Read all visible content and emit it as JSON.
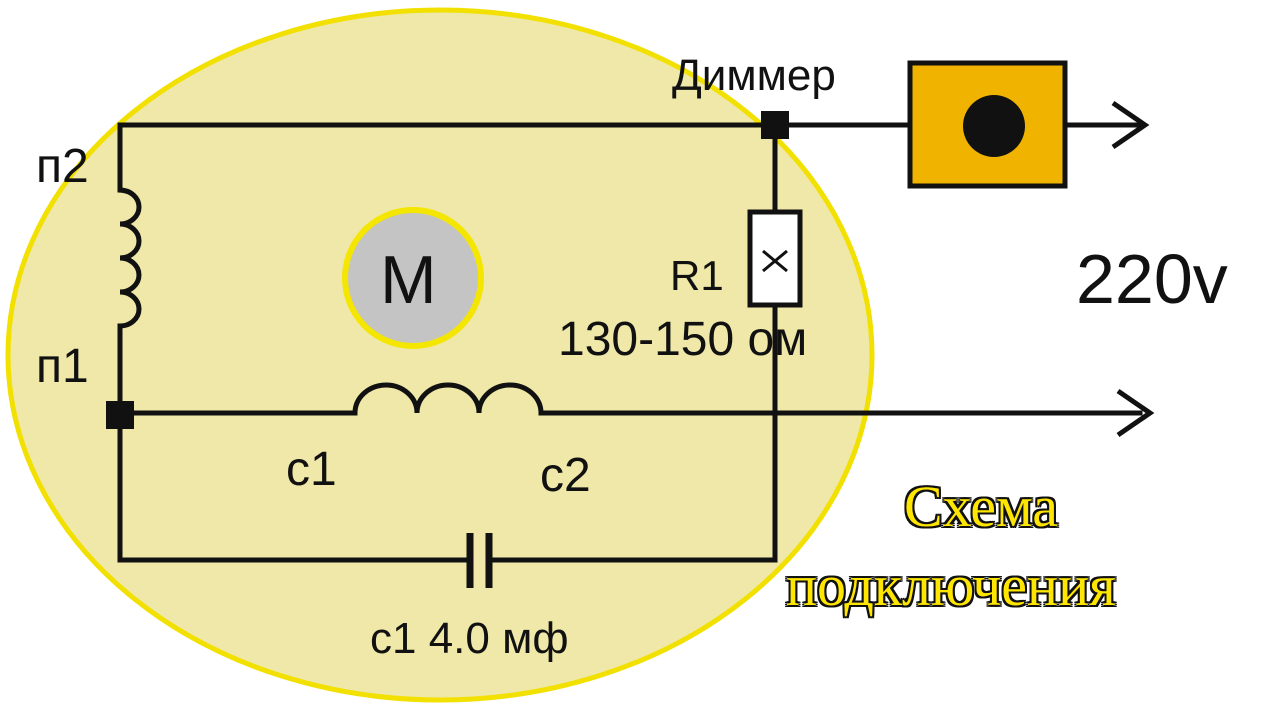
{
  "diagram": {
    "motor_label": "M",
    "terminal_n2": "п2",
    "terminal_n1": "п1",
    "terminal_c1": "с1",
    "terminal_c2": "с2",
    "dimmer_label": "Диммер",
    "resistor_name": "R1",
    "resistor_value": "130-150 ом",
    "capacitor_label": "с1 4.0 мф",
    "voltage_label": "220v",
    "title_line1": "Схема",
    "title_line2": "подключения"
  },
  "colors": {
    "background_ellipse": "#efe8a8",
    "ellipse_stroke": "#f2e000",
    "motor_fill": "#c4c4c4",
    "motor_ring": "#f4e600",
    "dimmer_body": "#f0b400",
    "wire": "#111111",
    "title_fill": "#ffe600"
  }
}
